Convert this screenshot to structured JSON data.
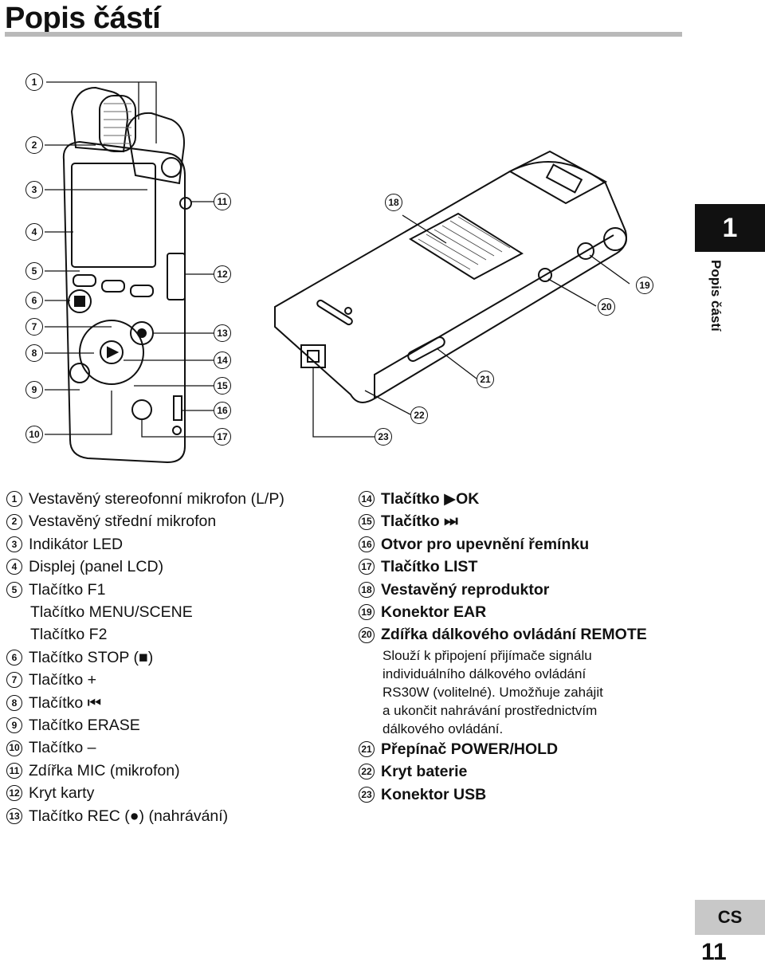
{
  "page": {
    "title": "Popis částí",
    "chapter_number": "1",
    "chapter_label": "Popis částí",
    "language_tag": "CS",
    "page_number": "11"
  },
  "callouts": [
    "1",
    "2",
    "3",
    "4",
    "5",
    "6",
    "7",
    "8",
    "9",
    "10",
    "11",
    "12",
    "13",
    "14",
    "15",
    "16",
    "17",
    "18",
    "19",
    "20",
    "21",
    "22",
    "23"
  ],
  "parts_left": [
    {
      "num": "1",
      "text": "Vestavěný stereofonní mikrofon (L/P)"
    },
    {
      "num": "2",
      "text": "Vestavěný střední mikrofon"
    },
    {
      "num": "3",
      "text": "Indikátor LED"
    },
    {
      "num": "4",
      "text": "Displej (panel LCD)"
    },
    {
      "num": "5",
      "text": "Tlačítko F1"
    },
    {
      "num": "",
      "text": "Tlačítko MENU/SCENE"
    },
    {
      "num": "",
      "text": "Tlačítko F2"
    },
    {
      "num": "6",
      "text": "Tlačítko STOP (■)"
    },
    {
      "num": "7",
      "text": "Tlačítko +"
    },
    {
      "num": "8",
      "text": "Tlačítko ⏮"
    },
    {
      "num": "9",
      "text": "Tlačítko ERASE"
    },
    {
      "num": "10",
      "text": "Tlačítko –"
    },
    {
      "num": "11",
      "text": "Zdířka MIC (mikrofon)"
    },
    {
      "num": "12",
      "text": "Kryt karty"
    },
    {
      "num": "13",
      "text": "Tlačítko REC (●) (nahrávání)"
    }
  ],
  "parts_right": [
    {
      "num": "14",
      "text": "Tlačítko ▶OK"
    },
    {
      "num": "15",
      "text": "Tlačítko ⏭"
    },
    {
      "num": "16",
      "text": "Otvor pro upevnění řemínku"
    },
    {
      "num": "17",
      "text": "Tlačítko LIST"
    },
    {
      "num": "18",
      "text": "Vestavěný reproduktor"
    },
    {
      "num": "19",
      "text": "Konektor EAR"
    },
    {
      "num": "20",
      "text": "Zdířka dálkového ovládání REMOTE"
    }
  ],
  "remote_description": [
    "Slouží k připojení přijímače signálu",
    "individuálního dálkového ovládání",
    "RS30W (volitelné). Umožňuje zahájit",
    "a ukončit nahrávání prostřednictvím",
    "dálkového ovládání."
  ],
  "parts_right_tail": [
    {
      "num": "21",
      "text": "Přepínač POWER/HOLD"
    },
    {
      "num": "22",
      "text": "Kryt baterie"
    },
    {
      "num": "23",
      "text": "Konektor USB"
    }
  ]
}
